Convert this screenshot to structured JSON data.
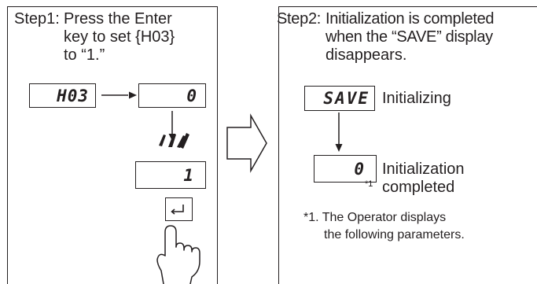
{
  "step1": {
    "label": "Step1:",
    "line1": "Press the Enter",
    "line2": "key to set {H03}",
    "line3": "to “1.”",
    "display_h03": "H03",
    "display_zero": "0",
    "display_one": "1",
    "enter_key_icon": "enter-return-icon",
    "hand_icon": "pointing-hand-icon"
  },
  "step2": {
    "label": "Step2:",
    "line1": "Initialization is completed",
    "line2": "when the “SAVE” display",
    "line3": "disappears.",
    "display_save": "SAVE",
    "initializing": "Initializing",
    "display_zero": "0",
    "completed_line1": "Initialization",
    "completed_line2": "completed",
    "footnote_ref": "*1",
    "footnote_line1": "*1. The Operator displays",
    "footnote_line2": "the following parameters."
  },
  "next_arrow_icon": "right-arrow-icon",
  "blink_icon": "blink-indicator-icon"
}
